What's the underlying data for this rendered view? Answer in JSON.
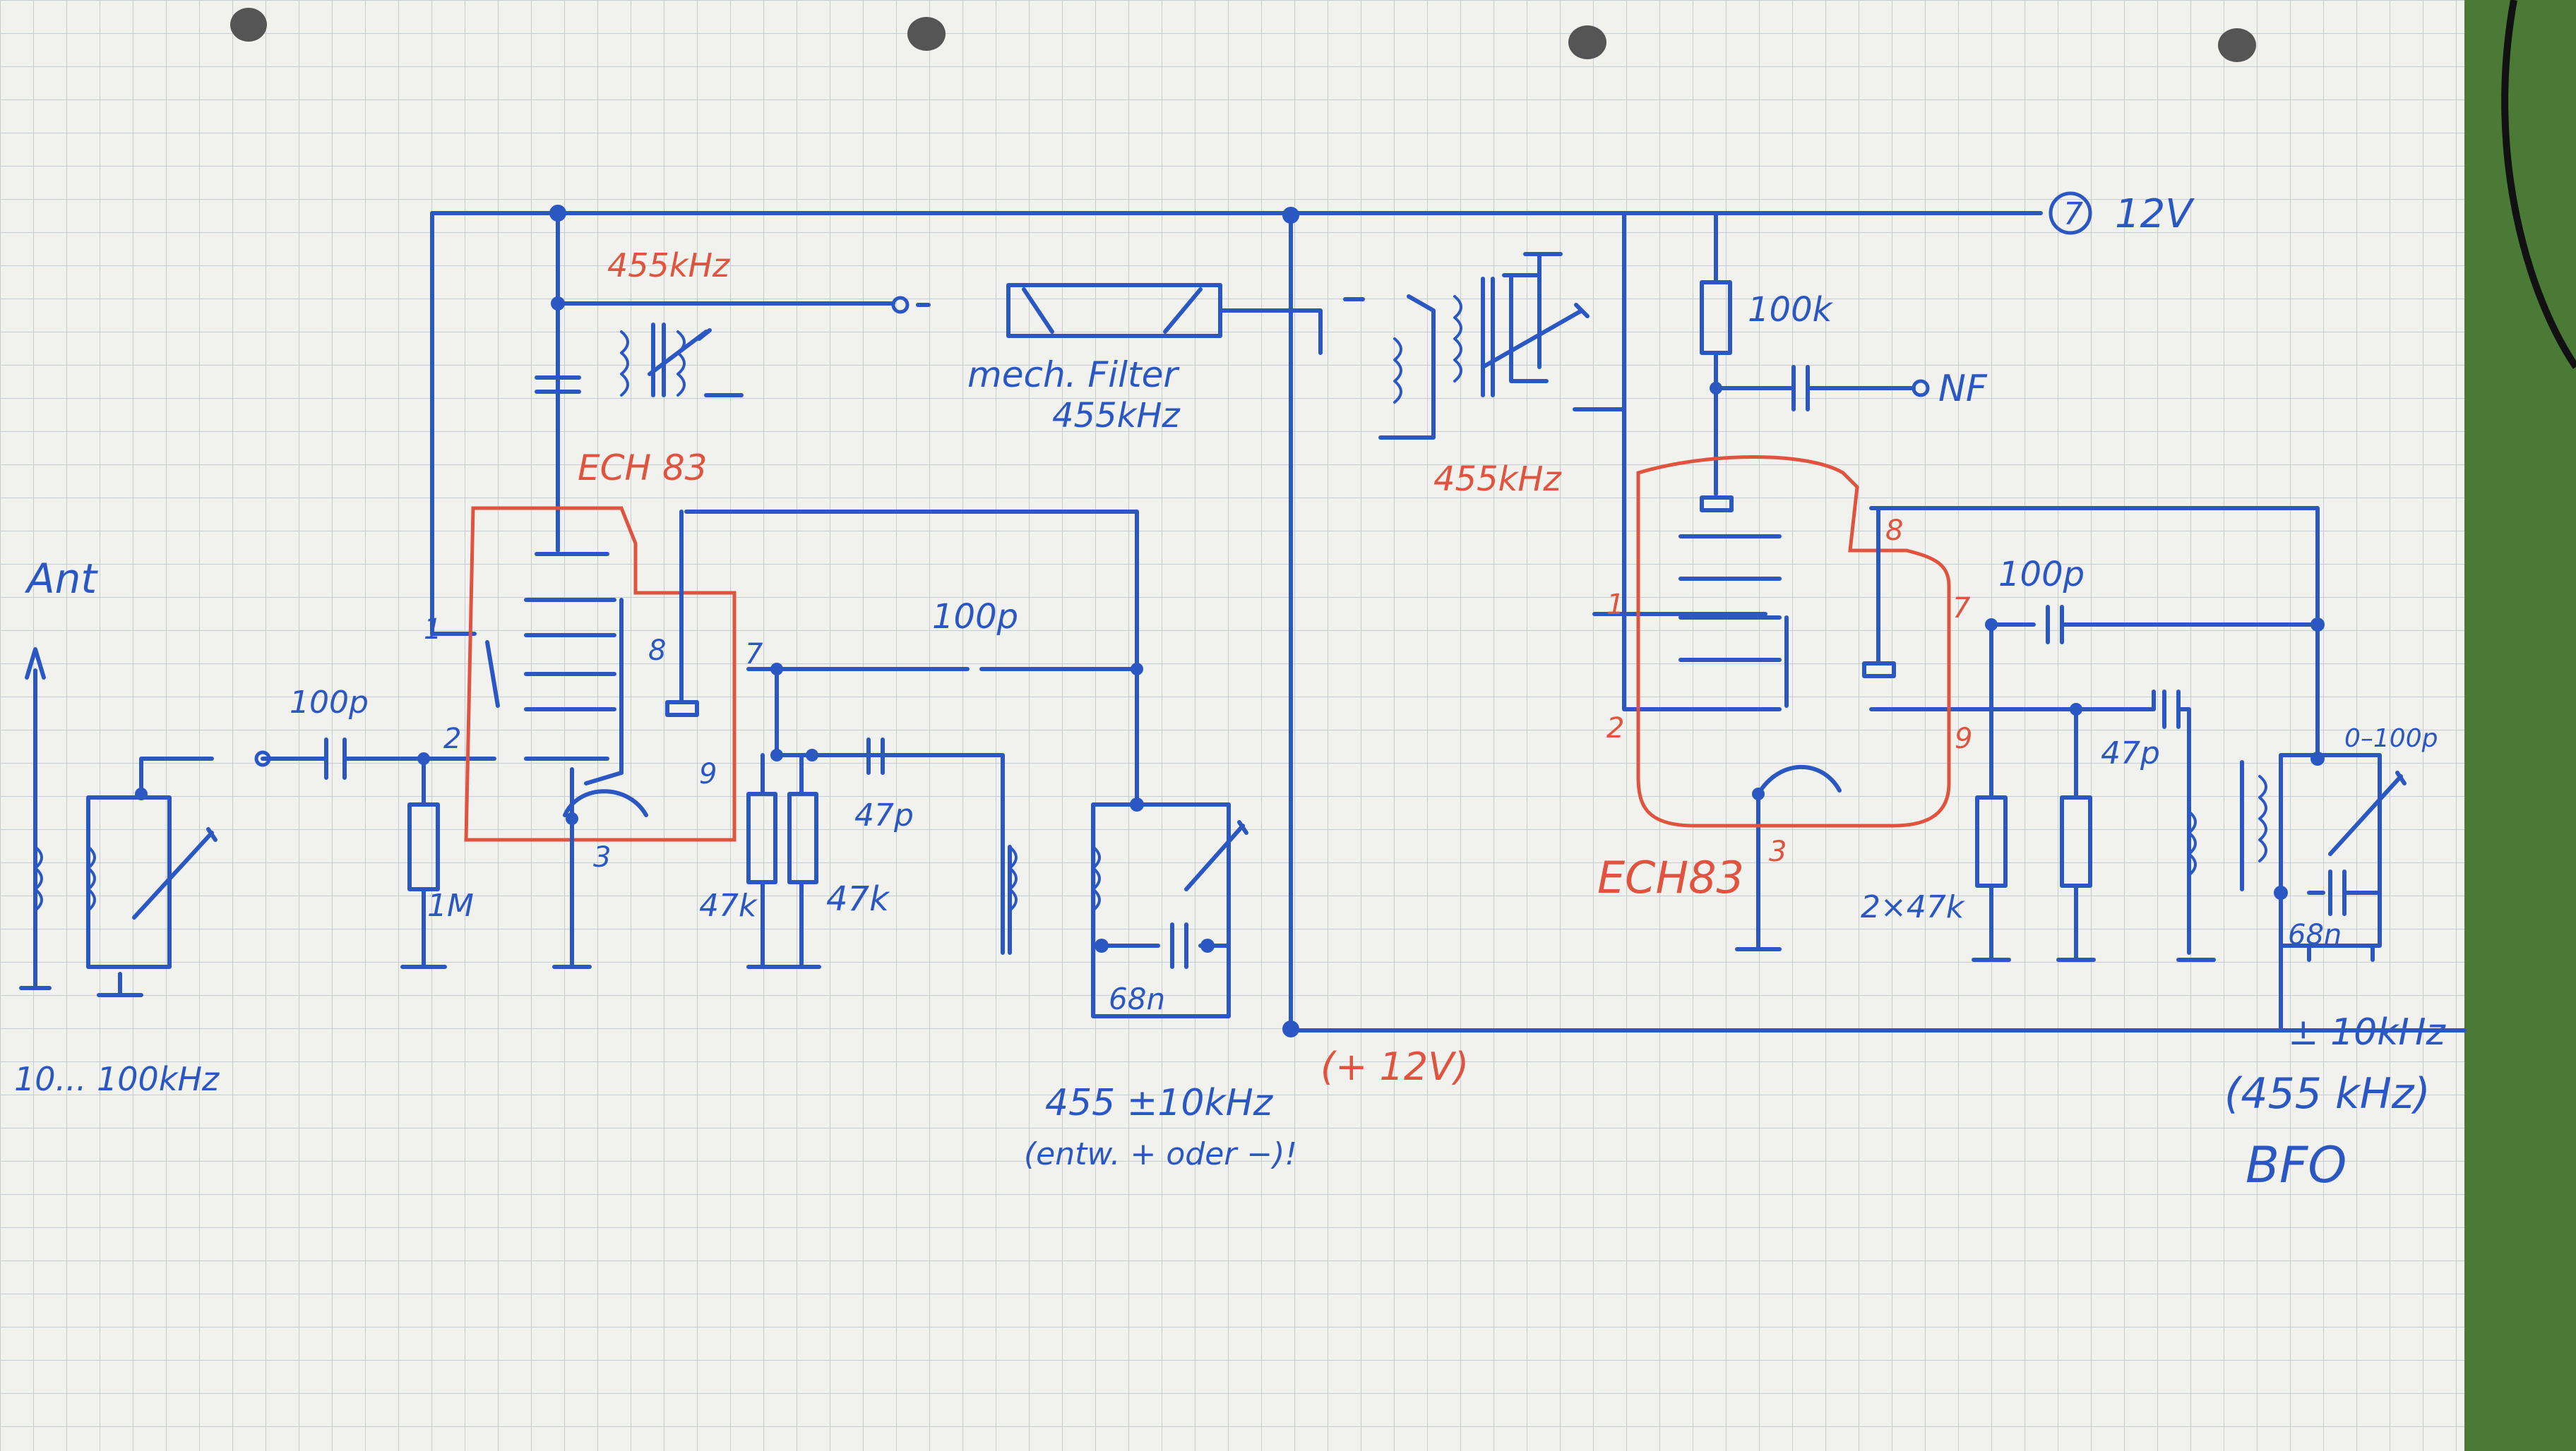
{
  "colors": {
    "ink": "#2a57c2",
    "tube": "#e0533f",
    "paper": "#f2f2ef",
    "grid": "#bfc6cc",
    "board": "#2f5d2a"
  },
  "labels": {
    "supply_pin": "7",
    "supply": "12V",
    "if_freq_left": "455kHz",
    "filter": "mech. Filter",
    "filter_freq": "455kHz",
    "if_freq_right": "455kHz",
    "r100k": "100k",
    "nf": "NF",
    "tube_left": "ECH 83",
    "tube_right": "ECH83",
    "ant": "Ant",
    "ant_range": "10... 100kHz",
    "c100p_in": "100p",
    "r1m": "1M",
    "c100p_mid": "100p",
    "r47k_a": "47k",
    "r47k_b": "47k",
    "c47p_left": "47p",
    "c68n_left": "68n",
    "osc_freq": "455 ±10kHz",
    "osc_note": "(entw. + oder −)!",
    "plus12v": "(+ 12V)",
    "c100p_right": "100p",
    "c47p_right": "47p",
    "r2x47k": "2×47k",
    "c68n_right": "68n",
    "var_0_100p": "0–100p",
    "bfo_pm": "± 10kHz",
    "bfo_freq": "(455 kHz)",
    "bfo": "BFO",
    "pin_l_1": "1",
    "pin_l_2": "2",
    "pin_l_3": "3",
    "pin_l_7": "7",
    "pin_l_8": "8",
    "pin_l_9": "9",
    "pin_r_1": "1",
    "pin_r_2": "2",
    "pin_r_3": "3",
    "pin_r_7": "7",
    "pin_r_8": "8",
    "pin_r_9": "9"
  }
}
